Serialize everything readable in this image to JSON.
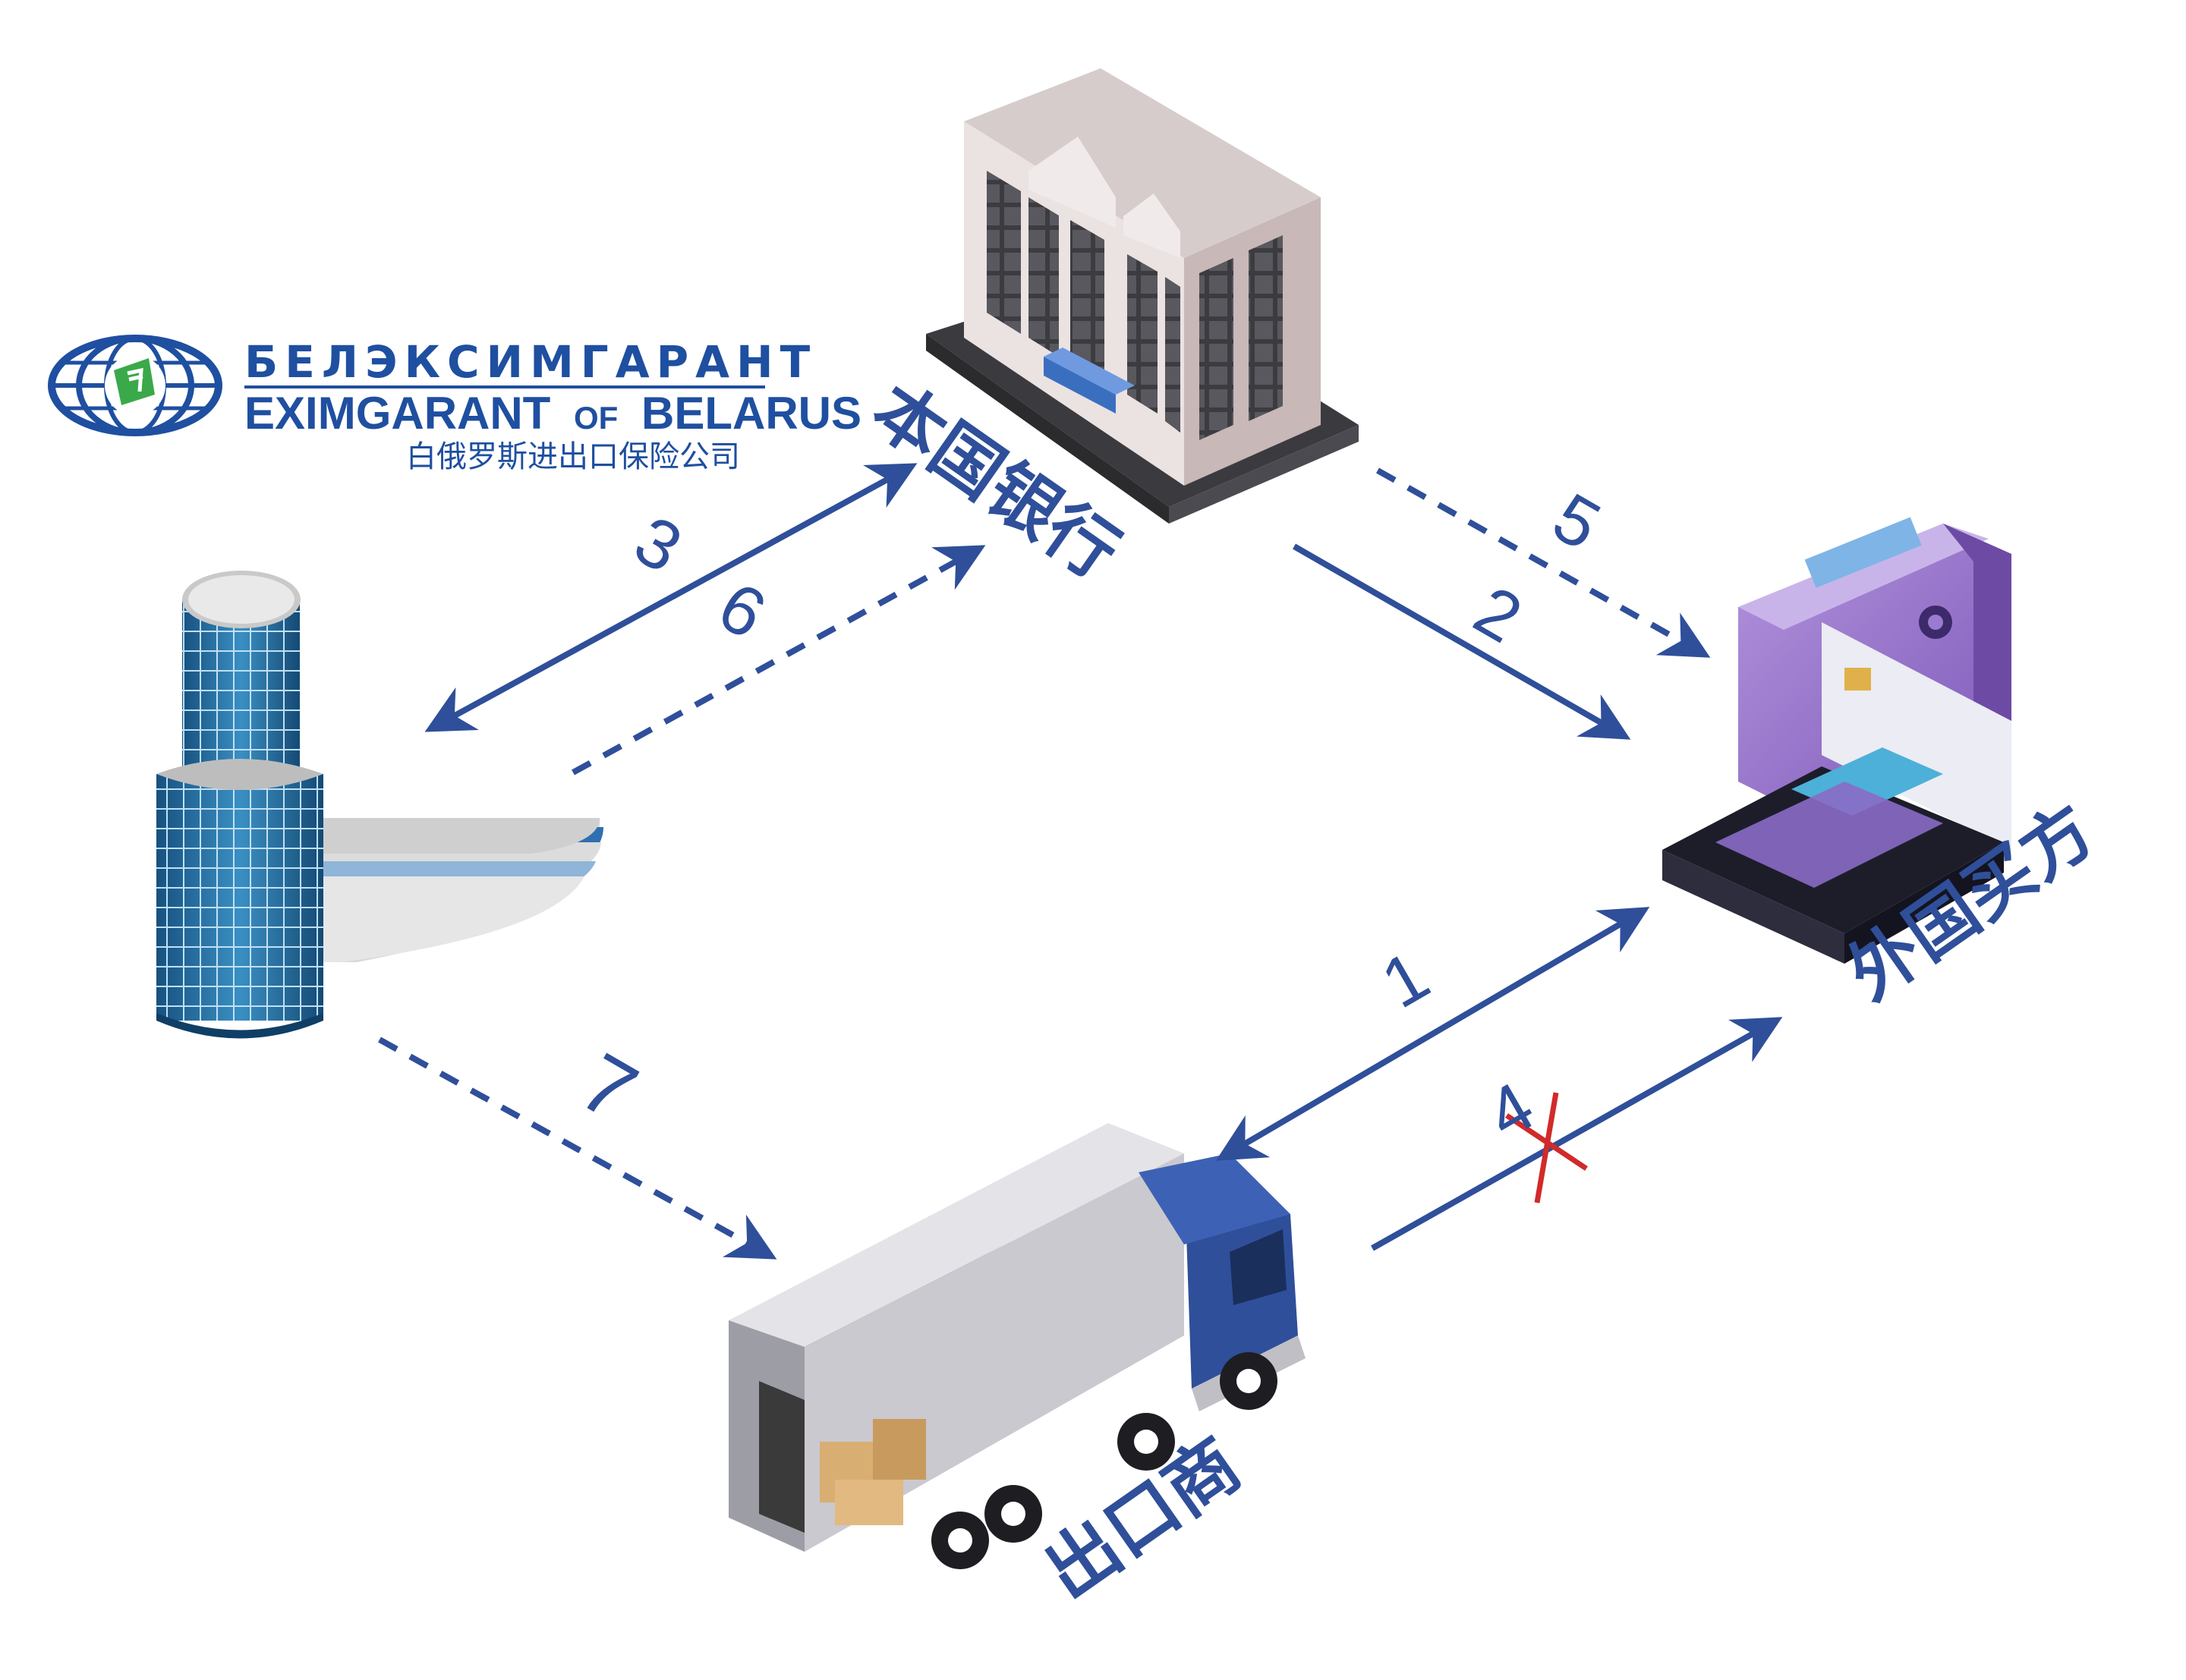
{
  "logo": {
    "name_ru": "БЕЛЭКСИМГАРАНТ",
    "name_en": "EXIMGARANT",
    "name_en_of": "OF",
    "name_en_tail": "BELARUS",
    "name_cn": "白俄罗斯进出口保险公司"
  },
  "nodes": {
    "bank": "本国银行",
    "buyer": "外国买方",
    "exporter": "出口商"
  },
  "steps": [
    "1",
    "2",
    "3",
    "4",
    "5",
    "6",
    "7"
  ],
  "colors": {
    "arrow": "#2f4f9a",
    "label": "#2f4f9a",
    "cross": "#d12a2a",
    "logo_blue": "#1f4fa0",
    "logo_green": "#3aa94a"
  }
}
